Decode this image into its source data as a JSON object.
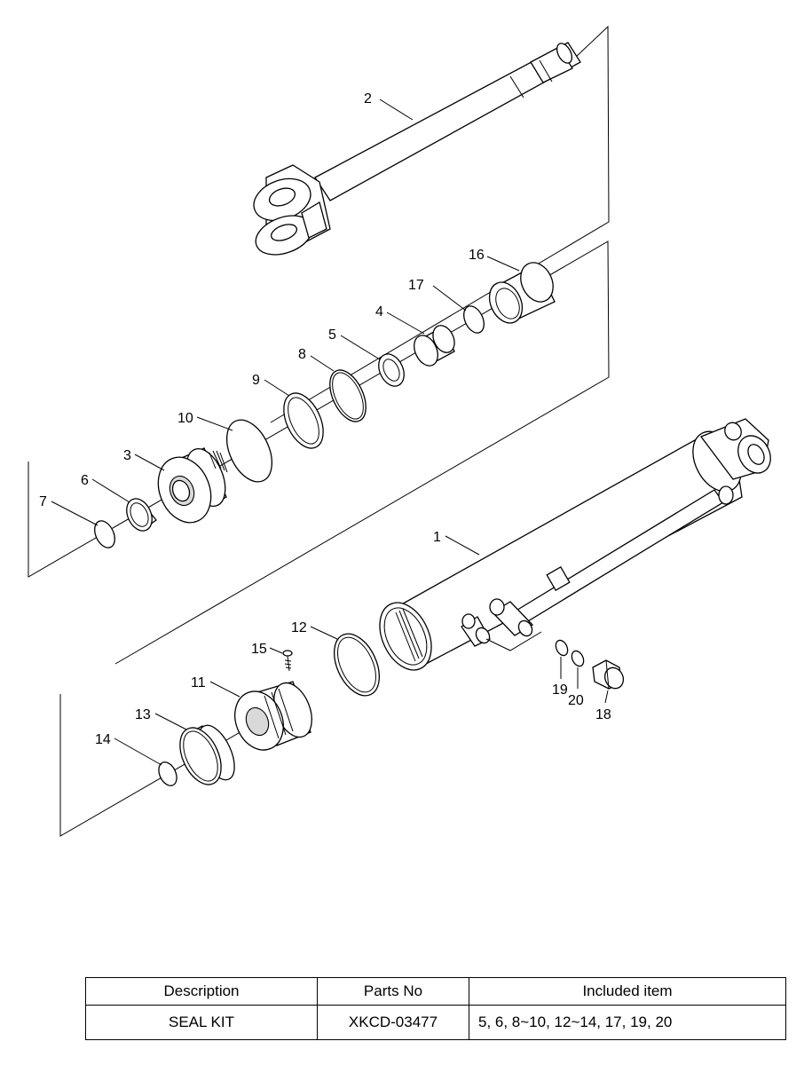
{
  "callouts": {
    "c1": "1",
    "c2": "2",
    "c3": "3",
    "c4": "4",
    "c5": "5",
    "c6": "6",
    "c7": "7",
    "c8": "8",
    "c9": "9",
    "c10": "10",
    "c11": "11",
    "c12": "12",
    "c13": "13",
    "c14": "14",
    "c15": "15",
    "c16": "16",
    "c17": "17",
    "c18": "18",
    "c19": "19",
    "c20": "20"
  },
  "table": {
    "headers": [
      "Description",
      "Parts No",
      "Included item"
    ],
    "rows": [
      [
        "SEAL KIT",
        "XKCD-03477",
        "5, 6, 8~10, 12~14, 17, 19, 20"
      ]
    ]
  }
}
